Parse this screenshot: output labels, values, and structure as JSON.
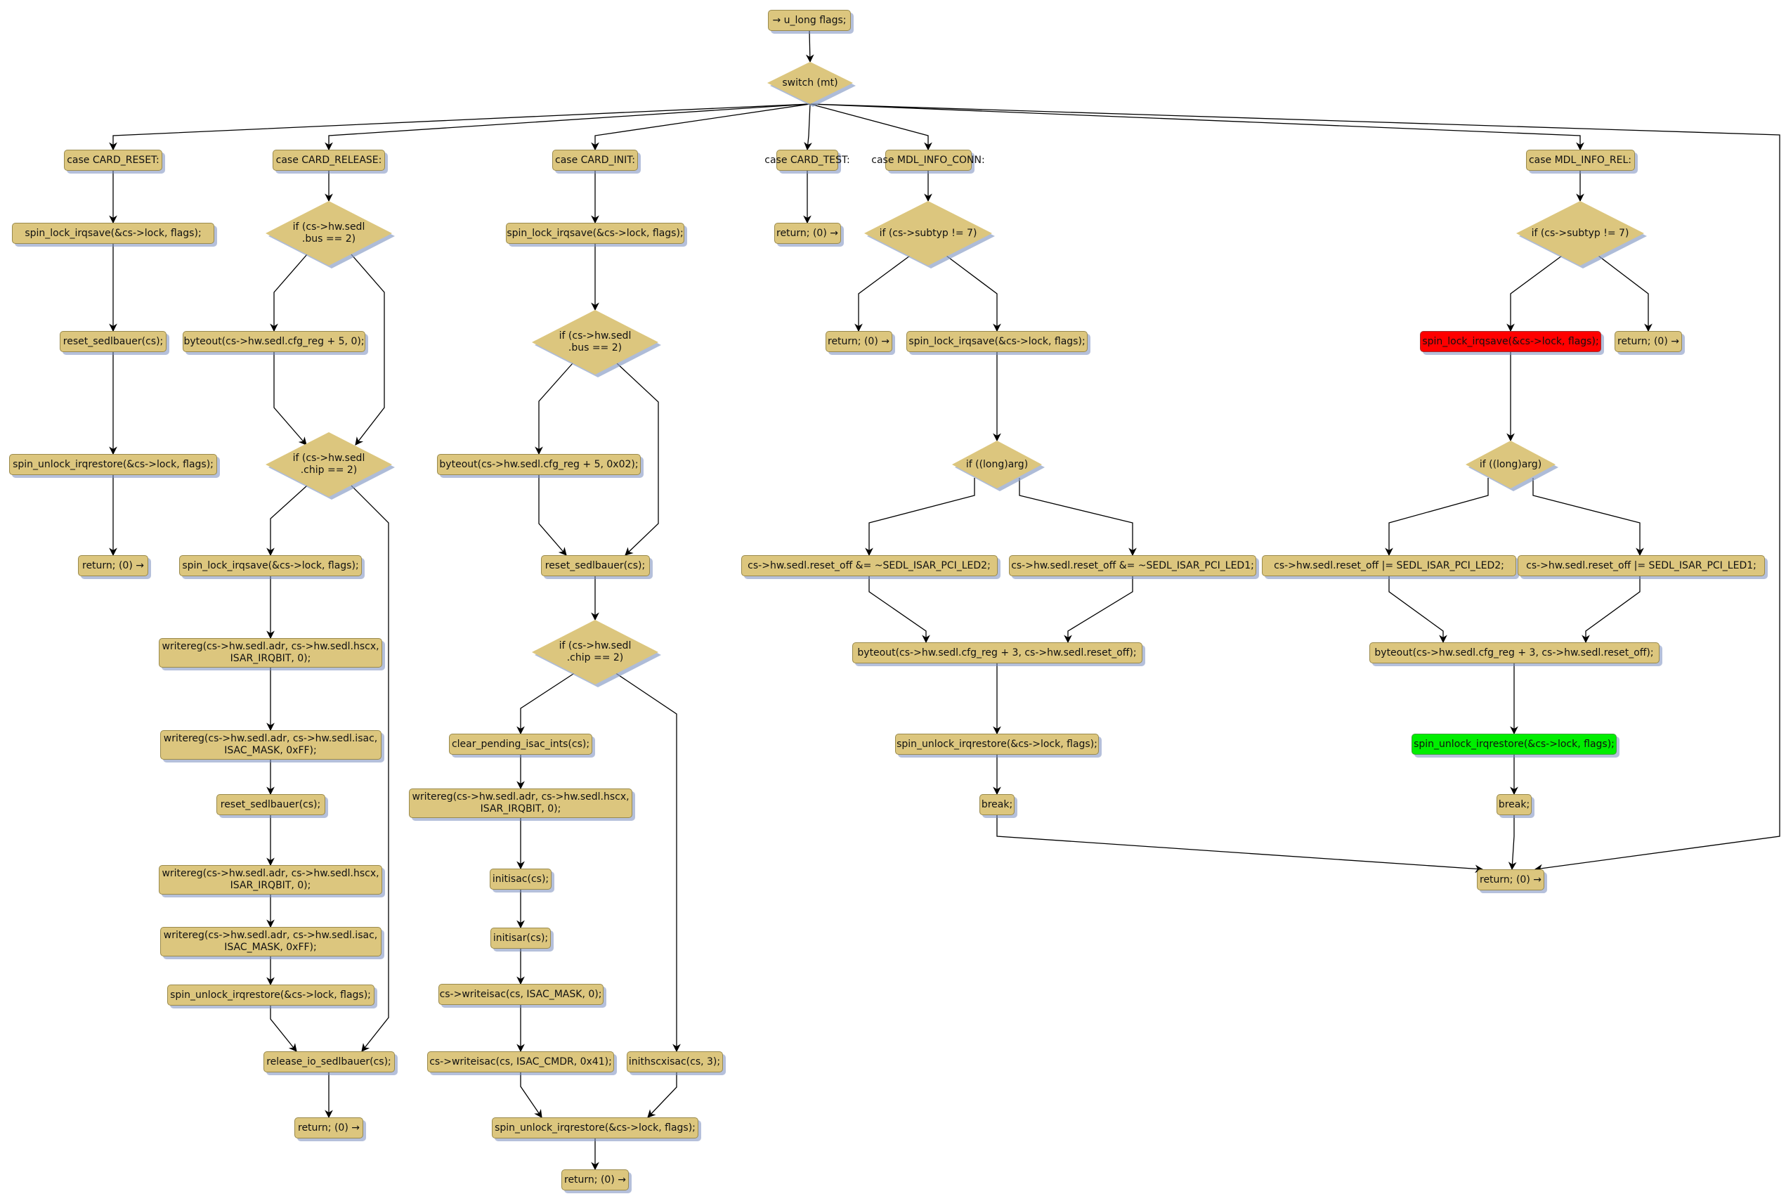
{
  "diagram": {
    "type": "flowchart",
    "colors": {
      "node_fill": "#dcc67e",
      "node_border": "#9a8a4c",
      "highlight_red": "#ff0000",
      "highlight_green": "#00ee00",
      "shadow": "#8c9fc8",
      "edge": "#000000"
    },
    "nodes": {
      "start": {
        "label": "→ u_long flags;",
        "shape": "box"
      },
      "switch": {
        "label": "switch (mt)",
        "shape": "diamond"
      },
      "reset_case": {
        "label": "case CARD_RESET:",
        "shape": "box"
      },
      "reset_lock": {
        "label": "spin_lock_irqsave(&cs->lock, flags);",
        "shape": "box"
      },
      "reset_call": {
        "label": "reset_sedlbauer(cs);",
        "shape": "box"
      },
      "reset_unlock": {
        "label": "spin_unlock_irqrestore(&cs->lock, flags);",
        "shape": "box"
      },
      "reset_return": {
        "label": "return; (0) →",
        "shape": "box"
      },
      "rel_case": {
        "label": "case CARD_RELEASE:",
        "shape": "box"
      },
      "rel_if_bus": {
        "label": "if (cs->hw.sedl\n.bus == 2)",
        "shape": "diamond"
      },
      "rel_byteout": {
        "label": "byteout(cs->hw.sedl.cfg_reg + 5, 0);",
        "shape": "box"
      },
      "rel_if_chip": {
        "label": "if (cs->hw.sedl\n.chip == 2)",
        "shape": "diamond"
      },
      "rel_lock": {
        "label": "spin_lock_irqsave(&cs->lock, flags);",
        "shape": "box"
      },
      "rel_wr1": {
        "label": "writereg(cs->hw.sedl.adr, cs->hw.sedl.hscx,\nISAR_IRQBIT, 0);",
        "shape": "box"
      },
      "rel_wr2": {
        "label": "writereg(cs->hw.sedl.adr, cs->hw.sedl.isac,\nISAC_MASK, 0xFF);",
        "shape": "box"
      },
      "rel_reset": {
        "label": "reset_sedlbauer(cs);",
        "shape": "box"
      },
      "rel_wr3": {
        "label": "writereg(cs->hw.sedl.adr, cs->hw.sedl.hscx,\nISAR_IRQBIT, 0);",
        "shape": "box"
      },
      "rel_wr4": {
        "label": "writereg(cs->hw.sedl.adr, cs->hw.sedl.isac,\nISAC_MASK, 0xFF);",
        "shape": "box"
      },
      "rel_unlock": {
        "label": "spin_unlock_irqrestore(&cs->lock, flags);",
        "shape": "box"
      },
      "rel_release": {
        "label": "release_io_sedlbauer(cs);",
        "shape": "box"
      },
      "rel_return": {
        "label": "return; (0) →",
        "shape": "box"
      },
      "init_case": {
        "label": "case CARD_INIT:",
        "shape": "box"
      },
      "init_lock": {
        "label": "spin_lock_irqsave(&cs->lock, flags);",
        "shape": "box"
      },
      "init_if_bus": {
        "label": "if (cs->hw.sedl\n.bus == 2)",
        "shape": "diamond"
      },
      "init_byteout": {
        "label": "byteout(cs->hw.sedl.cfg_reg + 5, 0x02);",
        "shape": "box"
      },
      "init_reset": {
        "label": "reset_sedlbauer(cs);",
        "shape": "box"
      },
      "init_if_chip": {
        "label": "if (cs->hw.sedl\n.chip == 2)",
        "shape": "diamond"
      },
      "init_clear": {
        "label": "clear_pending_isac_ints(cs);",
        "shape": "box"
      },
      "init_wr": {
        "label": "writereg(cs->hw.sedl.adr, cs->hw.sedl.hscx,\nISAR_IRQBIT, 0);",
        "shape": "box"
      },
      "init_isac": {
        "label": "initisac(cs);",
        "shape": "box"
      },
      "init_isar": {
        "label": "initisar(cs);",
        "shape": "box"
      },
      "init_wisac1": {
        "label": "cs->writeisac(cs, ISAC_MASK, 0);",
        "shape": "box"
      },
      "init_wisac2": {
        "label": "cs->writeisac(cs, ISAC_CMDR, 0x41);",
        "shape": "box"
      },
      "init_hscx": {
        "label": "inithscxisac(cs, 3);",
        "shape": "box"
      },
      "init_unlock": {
        "label": "spin_unlock_irqrestore(&cs->lock, flags);",
        "shape": "box"
      },
      "init_return": {
        "label": "return; (0) →",
        "shape": "box"
      },
      "test_case": {
        "label": "case CARD_TEST:",
        "shape": "box"
      },
      "test_return": {
        "label": "return; (0) →",
        "shape": "box"
      },
      "conn_case": {
        "label": "case MDL_INFO_CONN:",
        "shape": "box"
      },
      "conn_if_sub": {
        "label": "if (cs->subtyp != 7)",
        "shape": "diamond"
      },
      "conn_return": {
        "label": "return; (0) →",
        "shape": "box"
      },
      "conn_lock": {
        "label": "spin_lock_irqsave(&cs->lock, flags);",
        "shape": "box"
      },
      "conn_if_arg": {
        "label": "if ((long)arg)",
        "shape": "diamond"
      },
      "conn_led2": {
        "label": "cs->hw.sedl.reset_off &= ~SEDL_ISAR_PCI_LED2;",
        "shape": "box"
      },
      "conn_led1": {
        "label": "cs->hw.sedl.reset_off &= ~SEDL_ISAR_PCI_LED1;",
        "shape": "box"
      },
      "conn_byteout": {
        "label": "byteout(cs->hw.sedl.cfg_reg + 3, cs->hw.sedl.reset_off);",
        "shape": "box"
      },
      "conn_unlock": {
        "label": "spin_unlock_irqrestore(&cs->lock, flags);",
        "shape": "box"
      },
      "conn_break": {
        "label": "break;",
        "shape": "box"
      },
      "relinfo_case": {
        "label": "case MDL_INFO_REL:",
        "shape": "box"
      },
      "relinfo_if_sub": {
        "label": "if (cs->subtyp != 7)",
        "shape": "diamond"
      },
      "relinfo_lock": {
        "label": "spin_lock_irqsave(&cs->lock, flags);",
        "shape": "box",
        "highlight": "red"
      },
      "relinfo_return": {
        "label": "return; (0) →",
        "shape": "box"
      },
      "relinfo_if_arg": {
        "label": "if ((long)arg)",
        "shape": "diamond"
      },
      "relinfo_led2": {
        "label": "cs->hw.sedl.reset_off |= SEDL_ISAR_PCI_LED2;",
        "shape": "box"
      },
      "relinfo_led1": {
        "label": "cs->hw.sedl.reset_off |= SEDL_ISAR_PCI_LED1;",
        "shape": "box"
      },
      "relinfo_byteout": {
        "label": "byteout(cs->hw.sedl.cfg_reg + 3, cs->hw.sedl.reset_off);",
        "shape": "box"
      },
      "relinfo_unlock": {
        "label": "spin_unlock_irqrestore(&cs->lock, flags);",
        "shape": "box",
        "highlight": "green"
      },
      "relinfo_break": {
        "label": "break;",
        "shape": "box"
      },
      "final_return": {
        "label": "return; (0) →",
        "shape": "box"
      }
    },
    "edges": [
      [
        "start",
        "switch"
      ],
      [
        "switch",
        "reset_case"
      ],
      [
        "switch",
        "rel_case"
      ],
      [
        "switch",
        "init_case"
      ],
      [
        "switch",
        "test_case"
      ],
      [
        "switch",
        "conn_case"
      ],
      [
        "switch",
        "relinfo_case"
      ],
      [
        "switch",
        "final_return"
      ],
      [
        "reset_case",
        "reset_lock"
      ],
      [
        "reset_lock",
        "reset_call"
      ],
      [
        "reset_call",
        "reset_unlock"
      ],
      [
        "reset_unlock",
        "reset_return"
      ],
      [
        "rel_case",
        "rel_if_bus"
      ],
      [
        "rel_if_bus",
        "rel_byteout"
      ],
      [
        "rel_if_bus",
        "rel_if_chip"
      ],
      [
        "rel_byteout",
        "rel_if_chip"
      ],
      [
        "rel_if_chip",
        "rel_lock"
      ],
      [
        "rel_if_chip",
        "rel_release"
      ],
      [
        "rel_lock",
        "rel_wr1"
      ],
      [
        "rel_wr1",
        "rel_wr2"
      ],
      [
        "rel_wr2",
        "rel_reset"
      ],
      [
        "rel_reset",
        "rel_wr3"
      ],
      [
        "rel_wr3",
        "rel_wr4"
      ],
      [
        "rel_wr4",
        "rel_unlock"
      ],
      [
        "rel_unlock",
        "rel_release"
      ],
      [
        "rel_release",
        "rel_return"
      ],
      [
        "init_case",
        "init_lock"
      ],
      [
        "init_lock",
        "init_if_bus"
      ],
      [
        "init_if_bus",
        "init_byteout"
      ],
      [
        "init_if_bus",
        "init_reset"
      ],
      [
        "init_byteout",
        "init_reset"
      ],
      [
        "init_reset",
        "init_if_chip"
      ],
      [
        "init_if_chip",
        "init_clear"
      ],
      [
        "init_if_chip",
        "init_hscx"
      ],
      [
        "init_clear",
        "init_wr"
      ],
      [
        "init_wr",
        "init_isac"
      ],
      [
        "init_isac",
        "init_isar"
      ],
      [
        "init_isar",
        "init_wisac1"
      ],
      [
        "init_wisac1",
        "init_wisac2"
      ],
      [
        "init_wisac2",
        "init_unlock"
      ],
      [
        "init_hscx",
        "init_unlock"
      ],
      [
        "init_unlock",
        "init_return"
      ],
      [
        "test_case",
        "test_return"
      ],
      [
        "conn_case",
        "conn_if_sub"
      ],
      [
        "conn_if_sub",
        "conn_return"
      ],
      [
        "conn_if_sub",
        "conn_lock"
      ],
      [
        "conn_lock",
        "conn_if_arg"
      ],
      [
        "conn_if_arg",
        "conn_led2"
      ],
      [
        "conn_if_arg",
        "conn_led1"
      ],
      [
        "conn_led2",
        "conn_byteout"
      ],
      [
        "conn_led1",
        "conn_byteout"
      ],
      [
        "conn_byteout",
        "conn_unlock"
      ],
      [
        "conn_unlock",
        "conn_break"
      ],
      [
        "conn_break",
        "final_return"
      ],
      [
        "relinfo_case",
        "relinfo_if_sub"
      ],
      [
        "relinfo_if_sub",
        "relinfo_lock"
      ],
      [
        "relinfo_if_sub",
        "relinfo_return"
      ],
      [
        "relinfo_lock",
        "relinfo_if_arg"
      ],
      [
        "relinfo_if_arg",
        "relinfo_led2"
      ],
      [
        "relinfo_if_arg",
        "relinfo_led1"
      ],
      [
        "relinfo_led2",
        "relinfo_byteout"
      ],
      [
        "relinfo_led1",
        "relinfo_byteout"
      ],
      [
        "relinfo_byteout",
        "relinfo_unlock"
      ],
      [
        "relinfo_unlock",
        "relinfo_break"
      ],
      [
        "relinfo_break",
        "final_return"
      ]
    ]
  }
}
